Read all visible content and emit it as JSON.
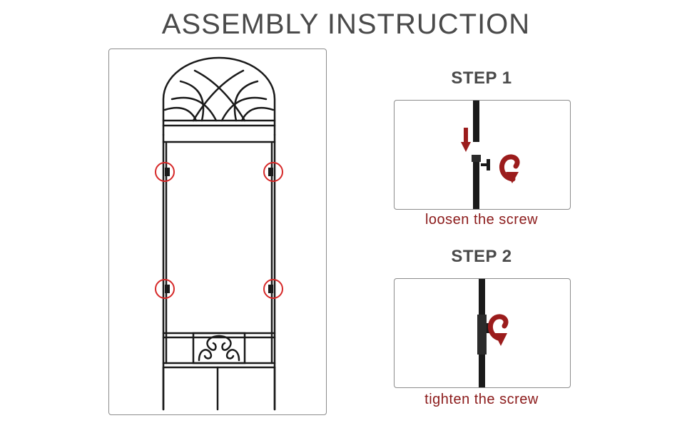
{
  "title": "ASSEMBLY INSTRUCTION",
  "steps": [
    {
      "heading": "STEP 1",
      "caption": "loosen the screw"
    },
    {
      "heading": "STEP 2",
      "caption": "tighten the screw"
    }
  ],
  "colors": {
    "title": "#4a4a4a",
    "caption": "#8b1a1a",
    "highlight_circle": "#d62828",
    "arrow": "#9b1c1c",
    "metal": "#1a1a1a"
  },
  "icons": {
    "trellis": "garden-trellis-illustration",
    "connector_highlight": "circle-highlight",
    "down_arrow": "down-arrow-icon",
    "rotate_arrow": "rotate-arrow-icon"
  }
}
